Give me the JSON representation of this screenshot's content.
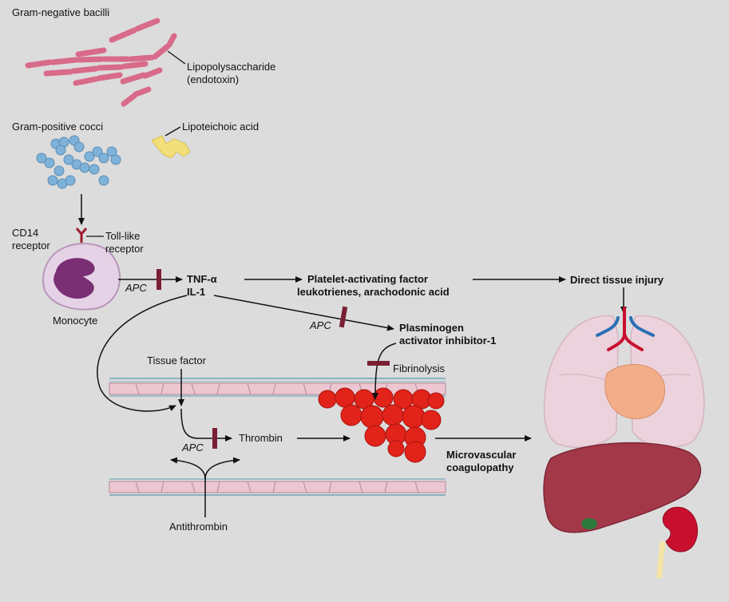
{
  "labels": {
    "gram_negative": "Gram-negative bacilli",
    "lps_line1": "Lipopolysaccharide",
    "lps_line2": "(endotoxin)",
    "gram_positive": "Gram-positive cocci",
    "lta": "Lipoteichoic acid",
    "cd14_line1": "CD14",
    "cd14_line2": "receptor",
    "tlr_line1": "Toll-like",
    "tlr_line2": "receptor",
    "monocyte": "Monocyte",
    "apc": "APC",
    "tnf": "TNF-α",
    "il1": "IL-1",
    "paf_line1": "Platelet-activating factor",
    "paf_line2": "leukotrienes, arachodonic acid",
    "direct_injury": "Direct tissue injury",
    "pai_line1": "Plasminogen",
    "pai_line2": "activator inhibitor-1",
    "fibrinolysis": "Fibrinolysis",
    "tissue_factor": "Tissue factor",
    "thrombin": "Thrombin",
    "micro_line1": "Microvascular",
    "micro_line2": "coagulopathy",
    "antithrombin": "Antithrombin"
  },
  "colors": {
    "background": "#dcdcdc",
    "bacilli": "#d86a8a",
    "cocci": "#7fb2d8",
    "lta": "#f2df7a",
    "monocyte_cell": "#e6d2e6",
    "monocyte_nucleus": "#7a2f74",
    "inhibitor_bar": "#7a1f33",
    "clot": "#e2231a",
    "vessel_cells": "#ecc6d0",
    "vessel_line": "#8ab0c2",
    "lung": "#ecd2dc",
    "heart": "#f2ae88",
    "liver": "#a33849",
    "kidney": "#c8102e",
    "gallbladder": "#2f7a3d"
  }
}
